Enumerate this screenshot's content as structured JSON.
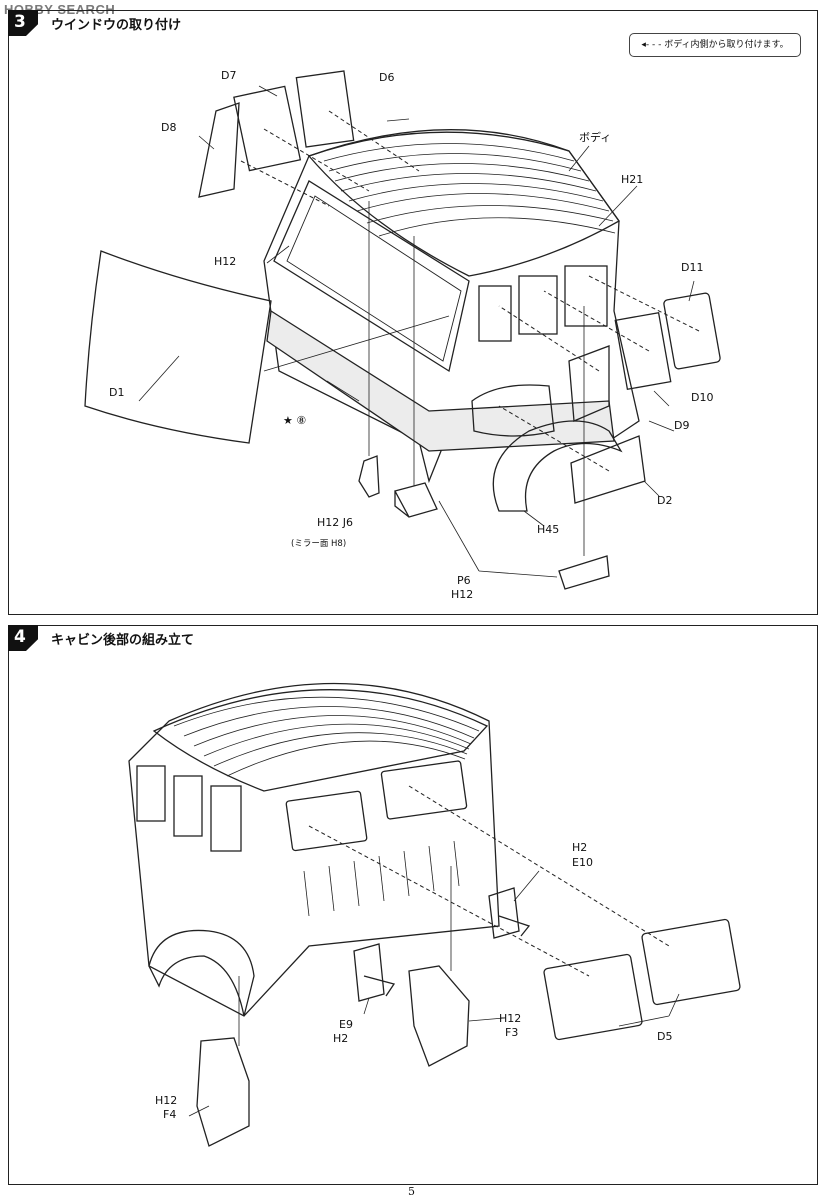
{
  "watermark": "HOBBY SEARCH",
  "step3": {
    "number": "3",
    "title": "ウインドウの取り付け",
    "legend": "ボディ内側から取り付けます。",
    "labels": {
      "D7": "D7",
      "D6": "D6",
      "D8": "D8",
      "body": "ボディ",
      "H21": "H21",
      "H12a": "H12",
      "D11": "D11",
      "D1": "D1",
      "star8": "⑧",
      "D10": "D10",
      "D9": "D9",
      "D2": "D2",
      "H12J6": "H12 J6",
      "mirror": "(ミラー面 H8)",
      "H45": "H45",
      "P6": "P6",
      "H12b": "H12"
    }
  },
  "step4": {
    "number": "4",
    "title": "キャビン後部の組み立て",
    "labels": {
      "H2a": "H2",
      "E10": "E10",
      "E9": "E9",
      "H2b": "H2",
      "H12F3": "H12",
      "F3": "F3",
      "D5": "D5",
      "H12F4": "H12",
      "F4": "F4"
    }
  },
  "page_number": "5"
}
